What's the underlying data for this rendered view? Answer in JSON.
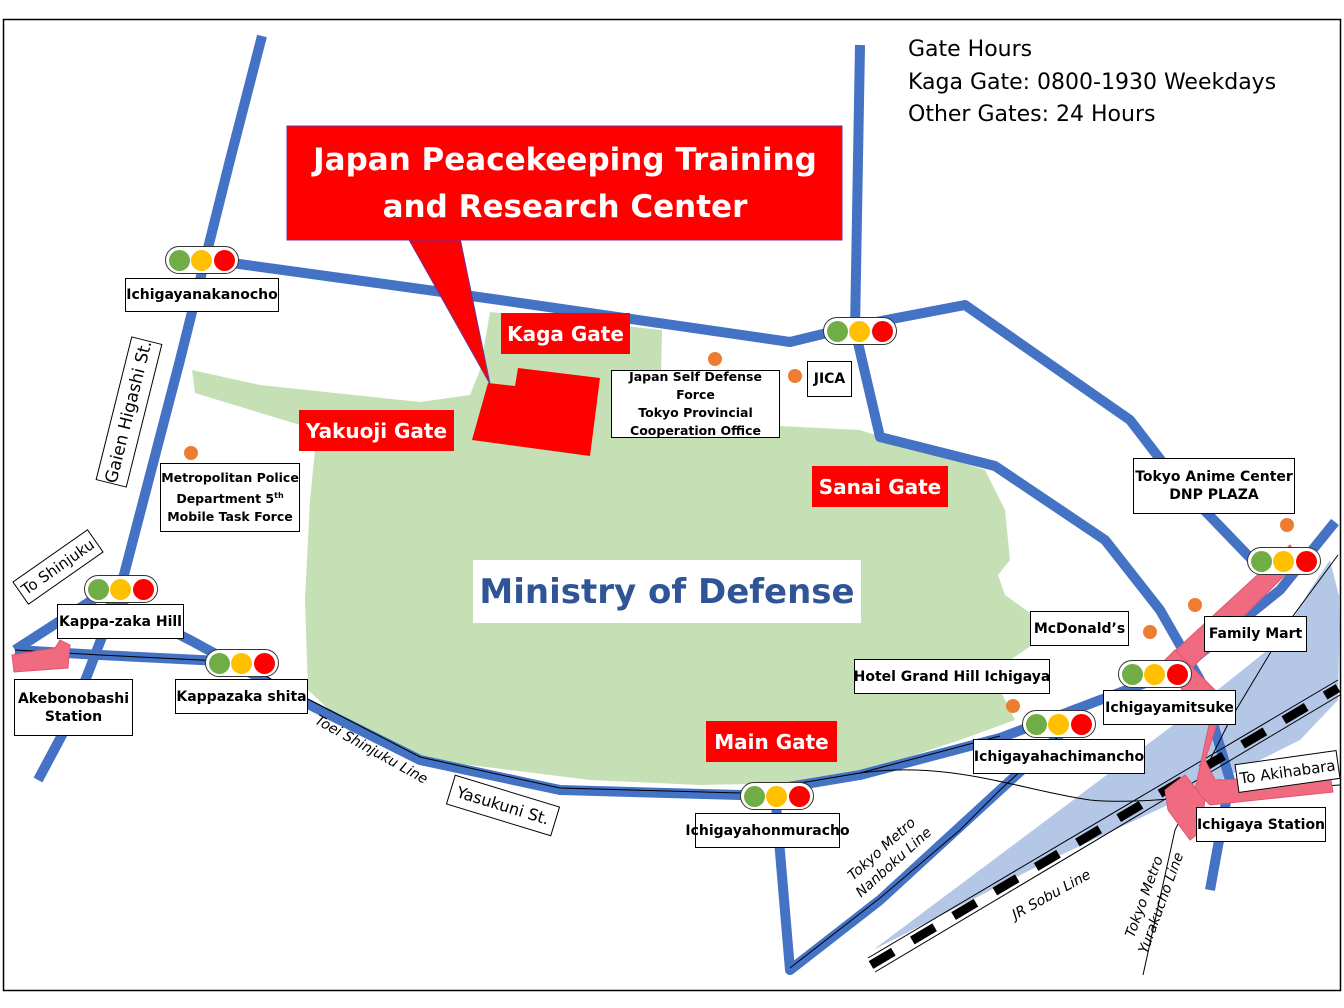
{
  "map": {
    "title": "Japan Peacekeeping Training and Research Center",
    "callout": {
      "line1": "Japan Peacekeeping Training",
      "line2": "and Research Center"
    },
    "gate_hours": {
      "title": "Gate Hours",
      "kaga": "Kaga Gate: 0800-1930 Weekdays",
      "other": "Other Gates: 24 Hours"
    },
    "campus_label": "Ministry of Defense",
    "gates": {
      "kaga": "Kaga Gate",
      "yakuoji": "Yakuoji Gate",
      "sanai": "Sanai Gate",
      "main": "Main Gate"
    },
    "intersections": {
      "ichigayanakanocho": "Ichigayanakanocho",
      "kappazaka_hill": "Kappa-zaka  Hill",
      "kappazaka_shita": "Kappazaka  shita",
      "ichigayahonmuracho": "Ichigayahonmuracho",
      "ichigayahachimancho": "Ichigayahachimancho",
      "ichigayamitsuke": "Ichigayamitsuke"
    },
    "stations": {
      "akebonobashi": {
        "line1": "Akebonobashi",
        "line2": "Station"
      },
      "ichigaya": "Ichigaya  Station"
    },
    "landmarks": {
      "jsdf": {
        "line1": "Japan Self Defense Force",
        "line2": "Tokyo Provincial",
        "line3": "Cooperation Office"
      },
      "jica": "JICA",
      "police": {
        "line1": "Metropolitan Police",
        "line2": "Department 5",
        "line2_sup": "th",
        "line3": "Mobile Task Force"
      },
      "anime": {
        "line1": "Tokyo Anime Center",
        "line2": "DNP PLAZA"
      },
      "mcdonalds": "McDonald’s",
      "family_mart": "Family Mart",
      "hotel": "Hotel Grand  Hill  Ichigaya"
    },
    "streets": {
      "gaien": "Gaien Higashi St.",
      "yasukuni": "Yasukuni St.",
      "to_shinjuku": "To Shinjuku",
      "to_akihabara": "To Akihabara"
    },
    "rail_lines": {
      "toei_shinjuku": "Toei Shinjuku Line",
      "nanboku_1": "Tokyo Metro",
      "nanboku_2": "Nanboku Line",
      "jr_sobu": "JR Sobu Line",
      "yurakucho_1": "Tokyo Metro",
      "yurakucho_2": "Yurakucho Line"
    },
    "colors": {
      "road": "#4472c4",
      "campus": "#c5e0b4",
      "gate": "#ff0000",
      "station": "#f06a80",
      "river": "#b4c7e7",
      "landmark_dot": "#ed7d31",
      "light_green": "#70ad47",
      "light_yellow": "#ffc000",
      "light_red": "#ff0000",
      "campus_text": "#2f5597"
    }
  }
}
